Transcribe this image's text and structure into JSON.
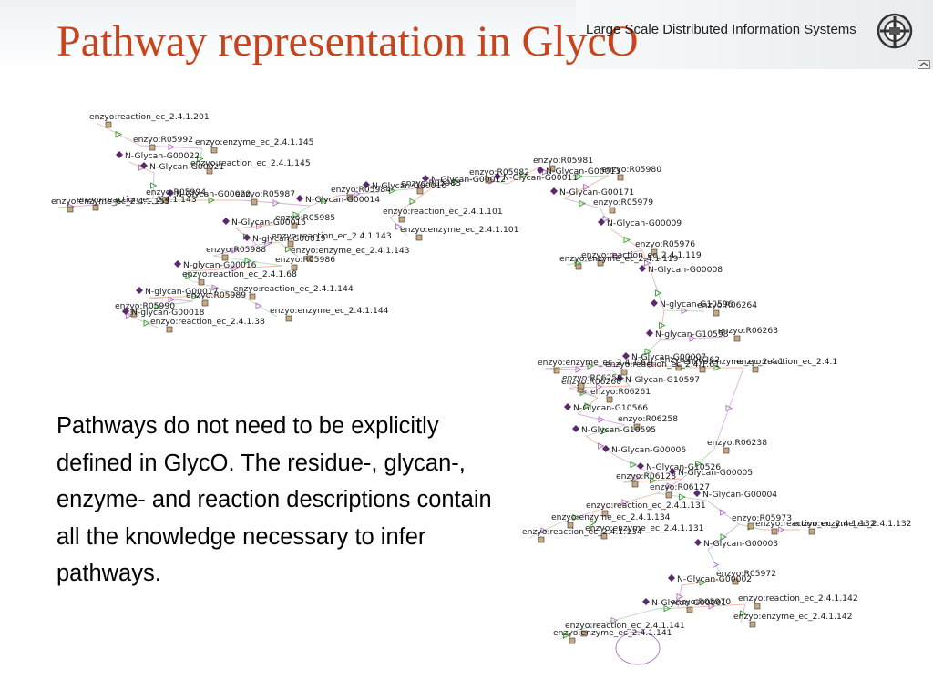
{
  "slide": {
    "title": "Pathway representation in GlycO",
    "organization": "Large Scale Distributed Information Systems",
    "body_text": "Pathways do not need to be explicitly defined in GlycO. The residue-, glycan-, enzyme- and reaction descriptions contain all the knowledge necessary to infer pathways."
  },
  "logo": {
    "name": "lsdis-logo-icon"
  },
  "colors": {
    "title": "#c8441c",
    "glycan_node": "#5b2a6e",
    "edge": "#e0a080",
    "arrow_green": "#2aa02a",
    "arrow_purple": "#b070c0"
  },
  "graph": {
    "labels": [
      {
        "text": "enzyo:reaction_ec_2.4.1.201"
      },
      {
        "text": "enzyo:R05992"
      },
      {
        "text": "enzyo:enzyme_ec_2.4.1.145"
      },
      {
        "text": "N-Glycan-G00022"
      },
      {
        "text": "enzyo:reaction_ec_2.4.1.145"
      },
      {
        "text": "N-Glycan-G00021"
      },
      {
        "text": "enzyo:R05987"
      },
      {
        "text": "enzyo:R05994"
      },
      {
        "text": "N-Glycan-G00020"
      },
      {
        "text": "enzyo:reaction_ec_2.4.1.143"
      },
      {
        "text": "enzyo:enzyme_ec_2.4.1.155"
      },
      {
        "text": "N-Glycan-G00014"
      },
      {
        "text": "enzyo:R05985"
      },
      {
        "text": "N-Glycan-G00015"
      },
      {
        "text": "N-glycan-G00019"
      },
      {
        "text": "enzyo:reaction_ec_2.4.1.143"
      },
      {
        "text": "enzyo:enzyme_ec_2.4.1.143"
      },
      {
        "text": "enzyo:R05988"
      },
      {
        "text": "enzyo:R05986"
      },
      {
        "text": "N-glycan-G00016"
      },
      {
        "text": "enzyo:reaction_ec_2.4.1.68"
      },
      {
        "text": "enzyo:reaction_ec_2.4.1.144"
      },
      {
        "text": "N-glycan-G00017"
      },
      {
        "text": "enzyo:R05989"
      },
      {
        "text": "enzyo:R05990"
      },
      {
        "text": "enzyo:enzyme_ec_2.4.1.144"
      },
      {
        "text": "N-glycan-G00018"
      },
      {
        "text": "enzyo:reaction_ec_2.4.1.38"
      },
      {
        "text": "enzyo:R05984"
      },
      {
        "text": "N-Glycan-G00010"
      },
      {
        "text": "enzyo:R05983"
      },
      {
        "text": "N-Glycan-G00012"
      },
      {
        "text": "N-Glycan-G00011"
      },
      {
        "text": "enzyo:R05982"
      },
      {
        "text": "enzyo:R05981"
      },
      {
        "text": "N-Glycan-G00013"
      },
      {
        "text": "enzyo:R05980"
      },
      {
        "text": "N-Glycan-G00171"
      },
      {
        "text": "enzyo:R05979"
      },
      {
        "text": "enzyo:reaction_ec_2.4.1.101"
      },
      {
        "text": "enzyo:enzyme_ec_2.4.1.101"
      },
      {
        "text": "N-Glycan-G00009"
      },
      {
        "text": "enzyo:R05976"
      },
      {
        "text": "enzyo:reaction_ec_2.4.1.119"
      },
      {
        "text": "enzyo:enzyme_ec_2.4.1.119"
      },
      {
        "text": "N-Glycan-G00008"
      },
      {
        "text": "N-glycan-G10596"
      },
      {
        "text": "enzyo:R06264"
      },
      {
        "text": "N-glycan-G10598"
      },
      {
        "text": "enzyo:R06263"
      },
      {
        "text": "N-Glycan-G00007"
      },
      {
        "text": "enzyo:R06262"
      },
      {
        "text": "enzyo:enzyme_ec_2.4.1.61"
      },
      {
        "text": "enzyo:reaction_ec_2.4.1.61"
      },
      {
        "text": "enzyo:enzyme_ec_2.4.1"
      },
      {
        "text": "enzyo:reaction_ec_2.4.1"
      },
      {
        "text": "N-Glycan-G10597"
      },
      {
        "text": "enzyo:R06260"
      },
      {
        "text": "enzyo:R06261"
      },
      {
        "text": "enzyo:R06259"
      },
      {
        "text": "N-Glycan-G10566"
      },
      {
        "text": "enzyo:R06258"
      },
      {
        "text": "N-Glycan-G10595"
      },
      {
        "text": "enzyo:R06238"
      },
      {
        "text": "N-Glycan-G00006"
      },
      {
        "text": "N-Glycan-G10526"
      },
      {
        "text": "enzyo:R06128"
      },
      {
        "text": "N-Glycan-G00005"
      },
      {
        "text": "enzyo:R06127"
      },
      {
        "text": "N-Glycan-G00004"
      },
      {
        "text": "enzyo:reaction_ec_2.4.1.131"
      },
      {
        "text": "enzyo:enzyme_ec_2.4.1.134"
      },
      {
        "text": "enzyo:reaction_ec_2.4.1.134"
      },
      {
        "text": "enzyo:enzyme_ec_2.4.1.131"
      },
      {
        "text": "enzyo:R05973"
      },
      {
        "text": "enzyo:reaction_ec_2.4.1.132"
      },
      {
        "text": "enzyo:enzyme_ec_2.4.1.132"
      },
      {
        "text": "N-Glycan-G00003"
      },
      {
        "text": "enzyo:R05972"
      },
      {
        "text": "N-Glycan-G00002"
      },
      {
        "text": "enzyo:R05970"
      },
      {
        "text": "N-Glycan-G00001"
      },
      {
        "text": "enzyo:reaction_ec_2.4.1.142"
      },
      {
        "text": "enzyo:enzyme_ec_2.4.1.142"
      },
      {
        "text": "enzyo:reaction_ec_2.4.1.141"
      },
      {
        "text": "enzyo:enzyme_ec_2.4.1.141"
      }
    ]
  }
}
